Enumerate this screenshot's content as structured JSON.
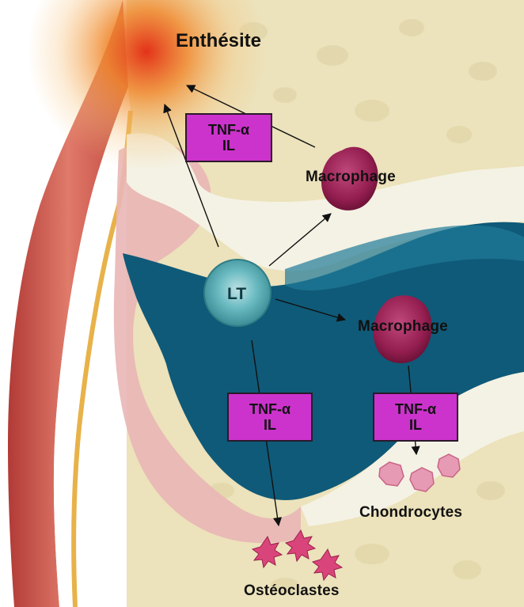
{
  "labels": {
    "enthesite": "Enthésite",
    "lt": "LT",
    "macrophage_top": "Macrophage",
    "macrophage_mid": "Macrophage",
    "chondrocytes": "Chondrocytes",
    "osteoclastes": "Ostéoclastes"
  },
  "cytokine_boxes": [
    {
      "line1": "TNF-α",
      "line2": "IL"
    },
    {
      "line1": "TNF-α",
      "line2": "IL"
    },
    {
      "line1": "TNF-α",
      "line2": "IL"
    }
  ],
  "colors": {
    "cytokine_box": "#cc33cc",
    "macrophage": "#a0235a",
    "lymphocyte": "#5fb4bb",
    "synovial_cavity": "#0f5a78",
    "bone": "#ede3bd",
    "cartilage": "#f4f2e6",
    "inflammation": "#e8401c",
    "cell_pink": "#e6a0b4",
    "tendon": "#c9504a"
  }
}
